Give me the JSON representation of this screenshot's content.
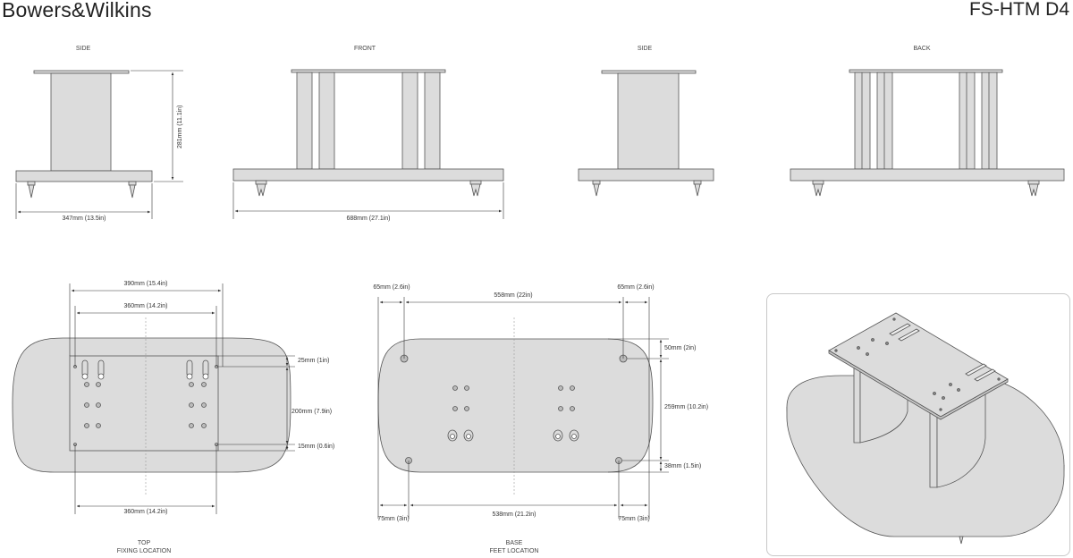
{
  "header": {
    "brand": "Bowers&Wilkins",
    "model": "FS-HTM D4"
  },
  "views": {
    "side_left": {
      "label": "SIDE",
      "width_dim": "347mm (13.5in)",
      "height_dim": "281mm (11.1in)"
    },
    "front": {
      "label": "FRONT",
      "width_dim": "688mm (27.1in)"
    },
    "side_right": {
      "label": "SIDE"
    },
    "back": {
      "label": "BACK"
    }
  },
  "top_view": {
    "caption_line1": "TOP",
    "caption_line2": "FIXING LOCATION",
    "dims": {
      "outer_width": "390mm (15.4in)",
      "inner_width_top": "360mm (14.2in)",
      "inner_width_bottom": "360mm (14.2in)",
      "top_offset": "25mm (1in)",
      "height": "200mm (7.9in)",
      "bottom_offset": "15mm (0.6in)"
    }
  },
  "base_view": {
    "caption_line1": "BASE",
    "caption_line2": "FEET LOCATION",
    "dims": {
      "left_top_offset": "65mm (2.6in)",
      "top_span": "558mm (22in)",
      "right_top_offset": "65mm (2.6in)",
      "top_margin": "50mm (2in)",
      "height_span": "259mm (10.2in)",
      "bottom_margin": "38mm (1.5in)",
      "left_bottom_offset": "75mm (3in)",
      "bottom_span": "538mm (21.2in)",
      "right_bottom_offset": "75mm (3in)"
    }
  },
  "colors": {
    "fill": "#dcdcdc",
    "stroke": "#555555",
    "dim_line": "#333333"
  }
}
